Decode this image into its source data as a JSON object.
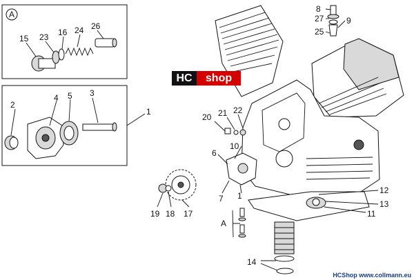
{
  "logo": {
    "part1": "HC",
    "part2": "shop"
  },
  "footer": "HCShop www.collmann.eu",
  "inset_a_badge": "A",
  "callouts": {
    "c1a": "1",
    "c1b": "1",
    "c2": "2",
    "c3": "3",
    "c4": "4",
    "c5": "5",
    "c6": "6",
    "c7": "7",
    "c8": "8",
    "c9": "9",
    "c10": "10",
    "c11": "11",
    "c12": "12",
    "c13": "13",
    "c14": "14",
    "c15": "15",
    "c16": "16",
    "c17": "17",
    "c18": "18",
    "c19": "19",
    "c20": "20",
    "c21": "21",
    "c22": "22",
    "c23": "23",
    "c24": "24",
    "c25": "25",
    "c26": "26",
    "c27": "27",
    "cA": "A"
  },
  "colors": {
    "logo_red": "#d40000",
    "logo_black": "#111111",
    "footer_blue": "#1a3c8c"
  }
}
